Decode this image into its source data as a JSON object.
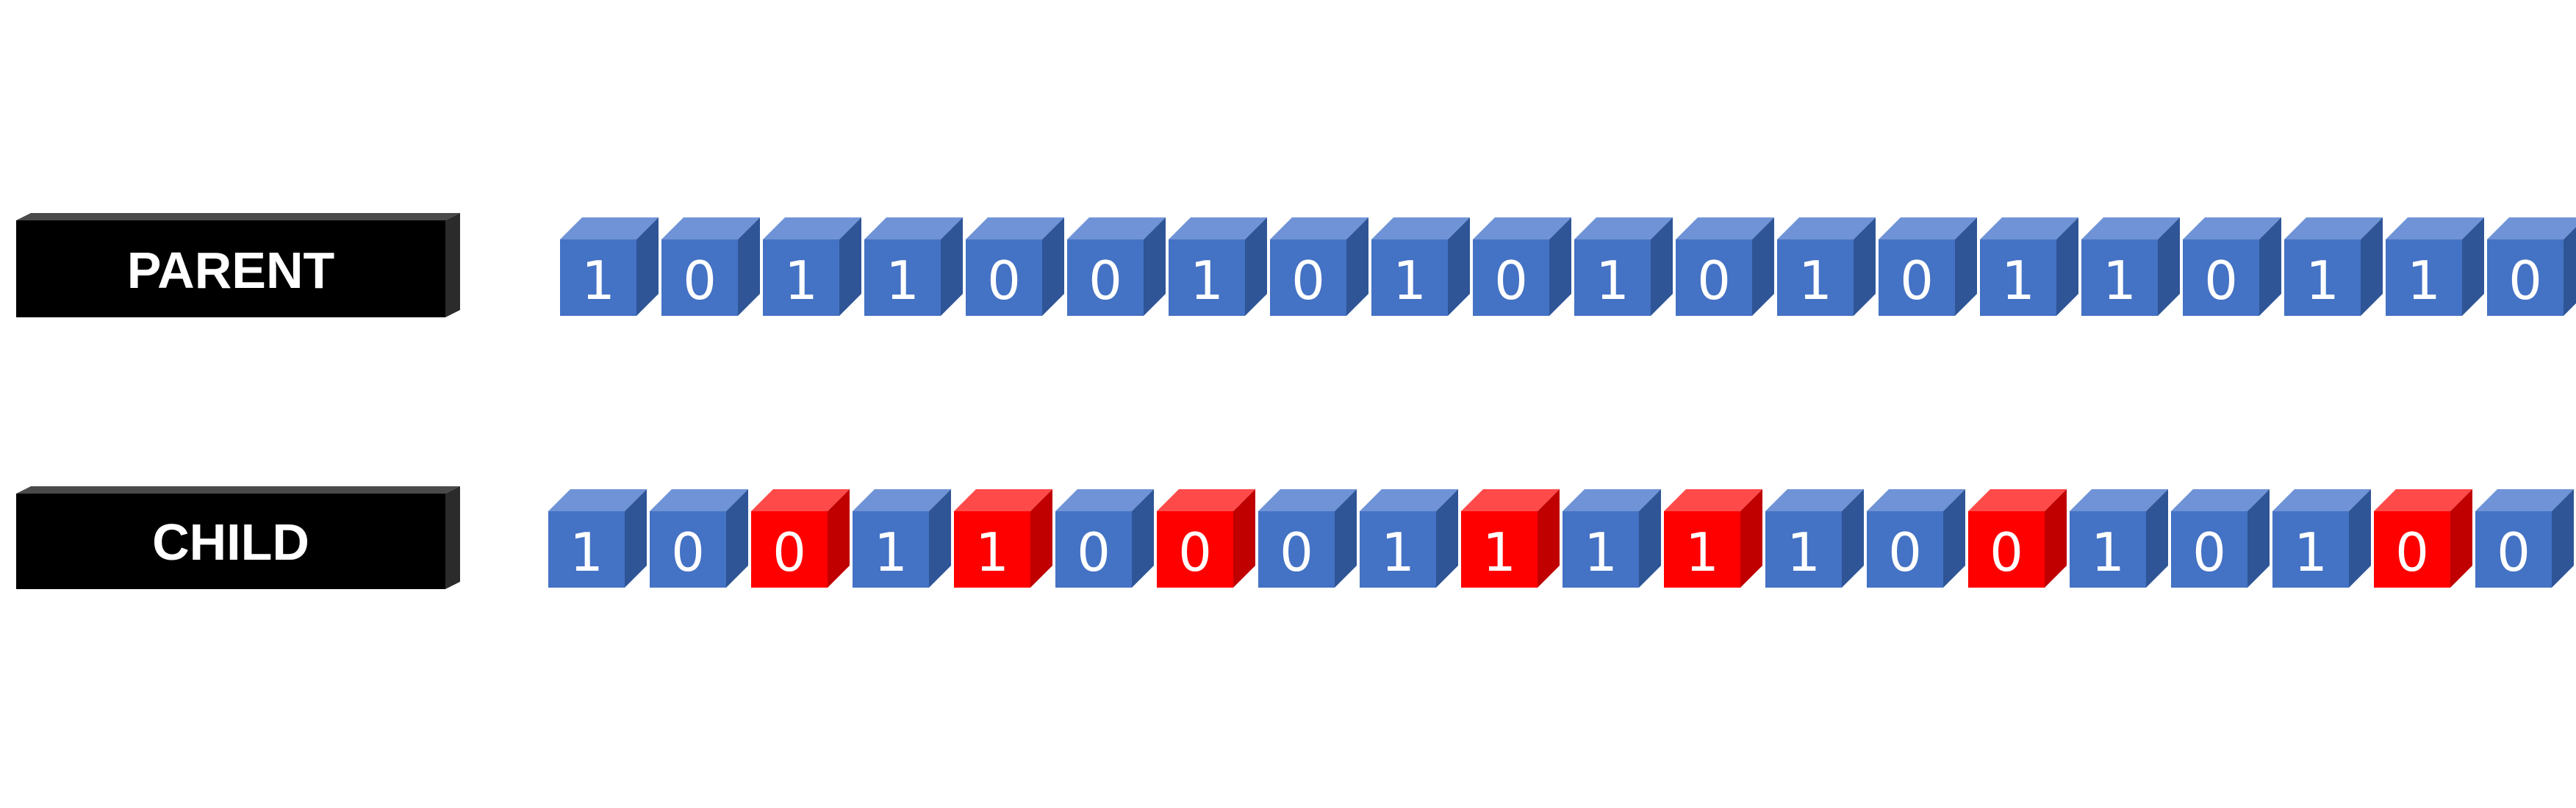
{
  "colors": {
    "blue": "#4472c4",
    "red": "#ff0000",
    "label_bg": "#000000",
    "label_text": "#ffffff"
  },
  "rows": [
    {
      "id": "parent",
      "label": "PARENT",
      "bits": [
        {
          "v": "1",
          "mutated": false
        },
        {
          "v": "0",
          "mutated": false
        },
        {
          "v": "1",
          "mutated": false
        },
        {
          "v": "1",
          "mutated": false
        },
        {
          "v": "0",
          "mutated": false
        },
        {
          "v": "0",
          "mutated": false
        },
        {
          "v": "1",
          "mutated": false
        },
        {
          "v": "0",
          "mutated": false
        },
        {
          "v": "1",
          "mutated": false
        },
        {
          "v": "0",
          "mutated": false
        },
        {
          "v": "1",
          "mutated": false
        },
        {
          "v": "0",
          "mutated": false
        },
        {
          "v": "1",
          "mutated": false
        },
        {
          "v": "0",
          "mutated": false
        },
        {
          "v": "1",
          "mutated": false
        },
        {
          "v": "1",
          "mutated": false
        },
        {
          "v": "0",
          "mutated": false
        },
        {
          "v": "1",
          "mutated": false
        },
        {
          "v": "1",
          "mutated": false
        },
        {
          "v": "0",
          "mutated": false
        }
      ]
    },
    {
      "id": "child",
      "label": "CHILD",
      "bits": [
        {
          "v": "1",
          "mutated": false
        },
        {
          "v": "0",
          "mutated": false
        },
        {
          "v": "0",
          "mutated": true
        },
        {
          "v": "1",
          "mutated": false
        },
        {
          "v": "1",
          "mutated": true
        },
        {
          "v": "0",
          "mutated": false
        },
        {
          "v": "0",
          "mutated": true
        },
        {
          "v": "0",
          "mutated": false
        },
        {
          "v": "1",
          "mutated": false
        },
        {
          "v": "1",
          "mutated": true
        },
        {
          "v": "1",
          "mutated": false
        },
        {
          "v": "1",
          "mutated": true
        },
        {
          "v": "1",
          "mutated": false
        },
        {
          "v": "0",
          "mutated": false
        },
        {
          "v": "0",
          "mutated": true
        },
        {
          "v": "1",
          "mutated": false
        },
        {
          "v": "0",
          "mutated": false
        },
        {
          "v": "1",
          "mutated": false
        },
        {
          "v": "0",
          "mutated": true
        },
        {
          "v": "0",
          "mutated": false
        }
      ]
    }
  ]
}
